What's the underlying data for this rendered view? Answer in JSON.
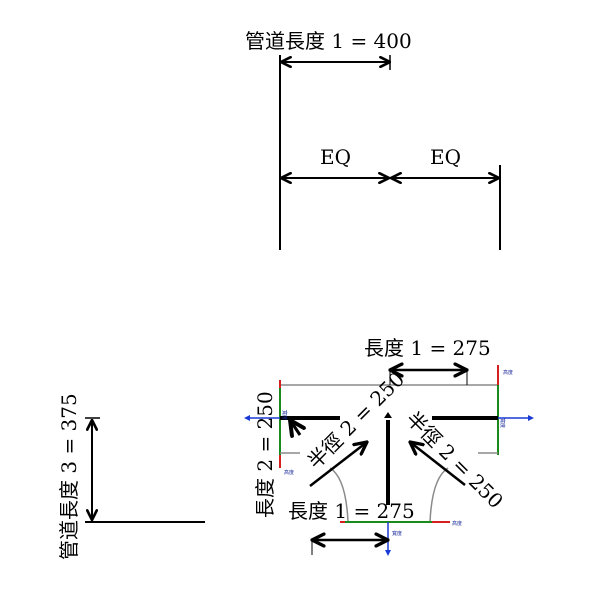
{
  "dimensions": {
    "pipe_length_1": "管道長度 1 = 400",
    "eq_left": "EQ",
    "eq_right": "EQ",
    "pipe_length_3": "管道長度 3 = 375",
    "length_1_top": "長度 1 = 275",
    "length_1_bottom": "長度 1 = 275",
    "length_2": "長度 2 = 250",
    "radius_2_left": "半徑 2 = 250",
    "radius_2_right": "半徑 2 = 250"
  },
  "connector_labels": {
    "height": "高度",
    "width": "寬度"
  },
  "colors": {
    "green": "#1a8a1a",
    "red": "#d62020",
    "blue": "#1a3ad6",
    "gray": "#8a8a8a"
  }
}
